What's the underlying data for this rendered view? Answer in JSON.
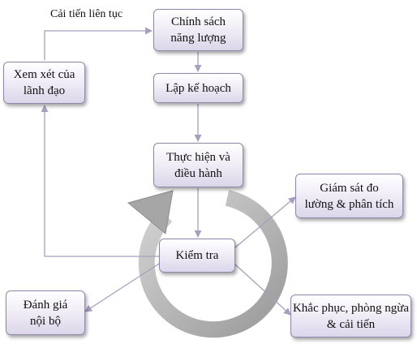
{
  "diagram": {
    "loop_label": "Cải tiến liên tục",
    "nodes": {
      "energy_policy": "Chính sách\nnăng lượng",
      "planning": "Lập kế hoạch",
      "implementation": "Thực hiện và\nđiều hành",
      "checking": "Kiểm tra",
      "management_review": "Xem xét của\nlãnh đạo",
      "monitoring": "Giám sát đo\nlường & phân tích",
      "internal_audit": "Đánh giá\nnội bộ",
      "corrective_action": "Khắc phục, phòng ngừa\n& cải tiến"
    }
  },
  "colors": {
    "connector": "#a79fc0",
    "cycle_arrow": "#a6a6a6",
    "box_border": "#8f88a8"
  }
}
